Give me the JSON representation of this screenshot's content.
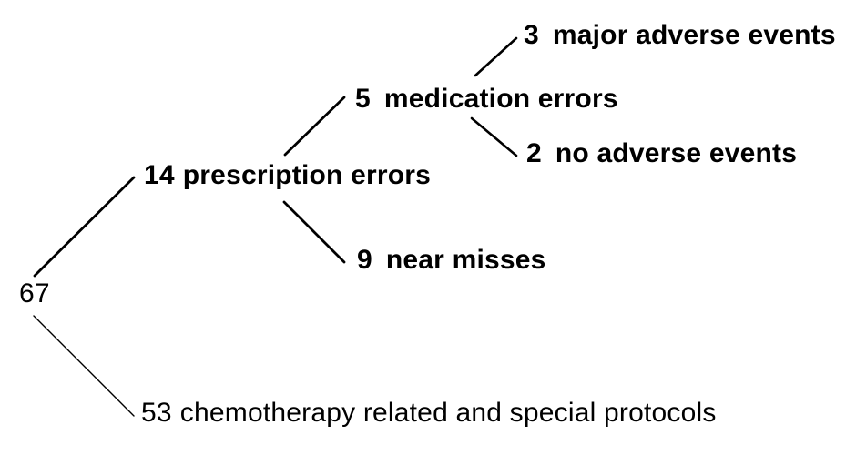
{
  "colors": {
    "background": "#ffffff",
    "text": "#000000",
    "line": "#000000"
  },
  "tree": {
    "description": "Breakdown tree of 67 reported incidents",
    "nodes": {
      "root": {
        "value": "67",
        "label": ""
      },
      "prescription_errors": {
        "value": "14",
        "label": "prescription errors"
      },
      "medication_errors": {
        "value": "5",
        "label": "medication errors"
      },
      "major_adverse_events": {
        "value": "3",
        "label": "major adverse events"
      },
      "no_adverse_events": {
        "value": "2",
        "label": "no adverse events"
      },
      "near_misses": {
        "value": "9",
        "label": "near misses"
      },
      "chemotherapy_related": {
        "value": "53",
        "label": "chemotherapy related and special protocols"
      }
    },
    "edges": [
      {
        "from": "root",
        "to": "prescription_errors"
      },
      {
        "from": "root",
        "to": "chemotherapy_related"
      },
      {
        "from": "prescription_errors",
        "to": "medication_errors"
      },
      {
        "from": "prescription_errors",
        "to": "near_misses"
      },
      {
        "from": "medication_errors",
        "to": "major_adverse_events"
      },
      {
        "from": "medication_errors",
        "to": "no_adverse_events"
      }
    ]
  }
}
